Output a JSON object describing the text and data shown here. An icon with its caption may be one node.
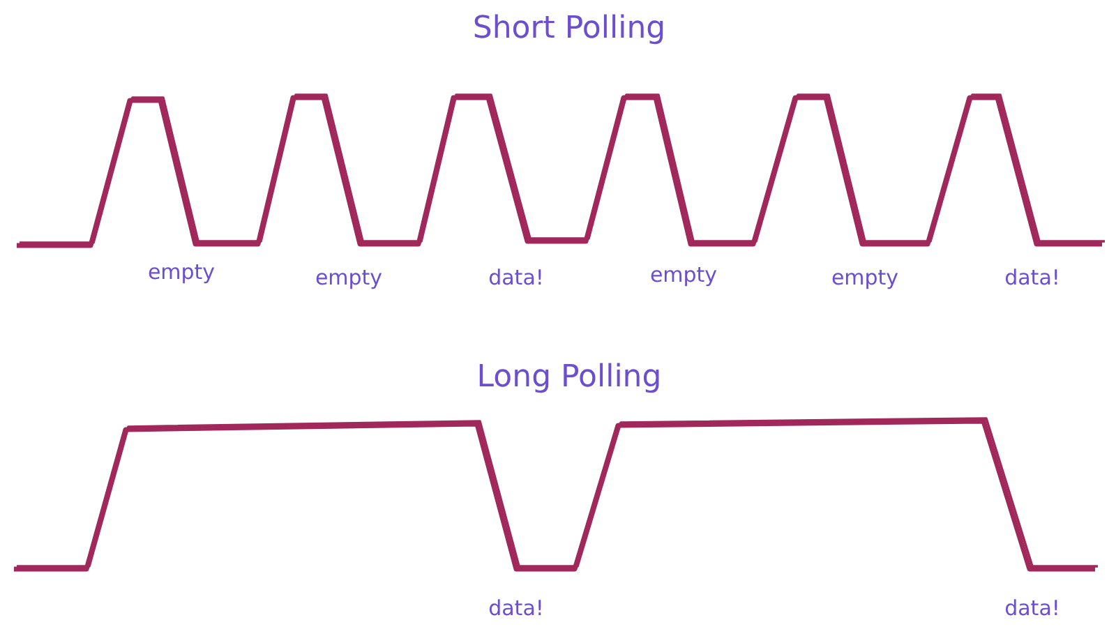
{
  "diagram": {
    "labels": [
      "Short Polling",
      "empty",
      "empty",
      "data!",
      "empty",
      "empty",
      "data!",
      "Long Polling",
      "data!",
      "data!"
    ]
  }
}
